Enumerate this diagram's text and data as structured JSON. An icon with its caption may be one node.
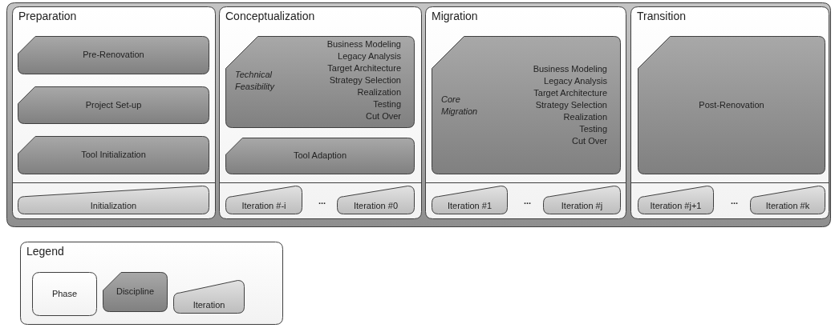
{
  "diagram": {
    "nodes": [
      {
        "text": [],
        "shape": "box"
      },
      {
        "text": [
          "Preparation"
        ],
        "in": 0
      },
      {
        "text": [
          "Pre-Renovation"
        ],
        "in": 1
      },
      {
        "text": [
          "Project Set-up"
        ],
        "in": 1
      },
      {
        "text": [
          "Tool Initialization"
        ],
        "in": 1
      },
      {
        "text": [
          "Initialization"
        ],
        "in": 1
      },
      {
        "text": [
          "Conceptualization"
        ],
        "in": 0
      },
      {
        "text": [
          "Technical Feasibility",
          "Business Modeling",
          "Legacy Analysis",
          "Target Architecture",
          "Strategy Selection",
          "Realization",
          "Testing",
          "Cut Over"
        ],
        "in": 6
      },
      {
        "text": [
          "Tool Adaption"
        ],
        "in": 6
      },
      {
        "text": [
          "Iteration #-i"
        ],
        "in": 6
      },
      {
        "text": [
          "Iteration #0"
        ],
        "in": 6
      },
      {
        "text": [
          "Migration"
        ],
        "in": 0
      },
      {
        "text": [
          "Core Migration",
          "Business Modeling",
          "Legacy Analysis",
          "Target Architecture",
          "Strategy Selection",
          "Realization",
          "Testing",
          "Cut Over"
        ],
        "in": 11
      },
      {
        "text": [
          "Iteration #1"
        ],
        "in": 11
      },
      {
        "text": [
          "Iteration #j"
        ],
        "in": 11
      },
      {
        "text": [
          "Transition"
        ],
        "in": 0
      },
      {
        "text": [
          "Post-Renovation"
        ],
        "in": 15
      },
      {
        "text": [
          "Iteration #j+1"
        ],
        "in": 15
      },
      {
        "text": [
          "Iteration #k"
        ],
        "in": 15
      },
      {
        "text": [
          "Legend"
        ]
      },
      {
        "text": [
          "Phase"
        ],
        "in": 19
      },
      {
        "text": [
          "Discipline"
        ],
        "in": 19
      },
      {
        "text": [
          "Iteration"
        ],
        "in": 19
      }
    ],
    "edges": [],
    "labels": [
      "...",
      "...",
      "..."
    ]
  }
}
